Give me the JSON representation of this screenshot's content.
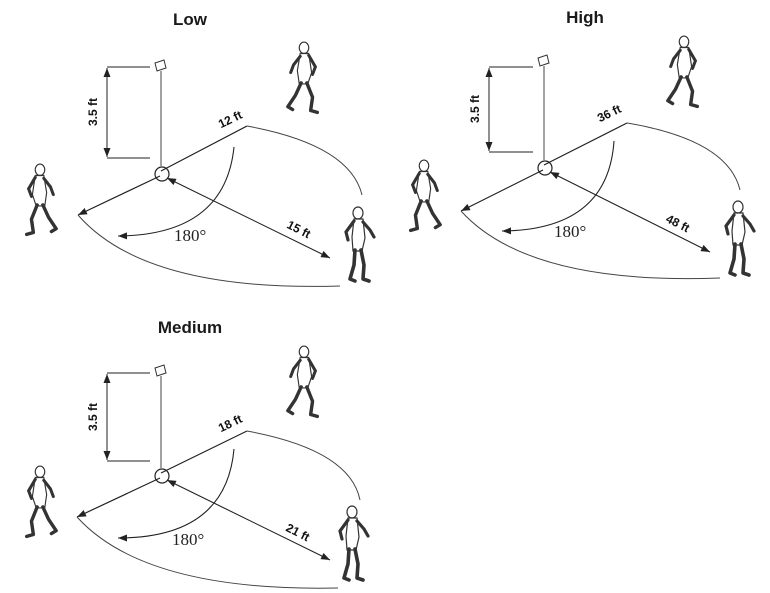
{
  "panels": [
    {
      "title": "Low",
      "height": "3.5 ft",
      "width": "12 ft",
      "depth": "15 ft",
      "angle": "180°"
    },
    {
      "title": "High",
      "height": "3.5 ft",
      "width": "36 ft",
      "depth": "48 ft",
      "angle": "180°"
    },
    {
      "title": "Medium",
      "height": "3.5 ft",
      "width": "18 ft",
      "depth": "21 ft",
      "angle": "180°"
    }
  ],
  "icons": {
    "sensor": "motion-sensor-icon",
    "person": "walking-person-icon"
  },
  "colors": {
    "line": "#222222",
    "figure": "#ffffff",
    "figure_stroke": "#333333"
  }
}
